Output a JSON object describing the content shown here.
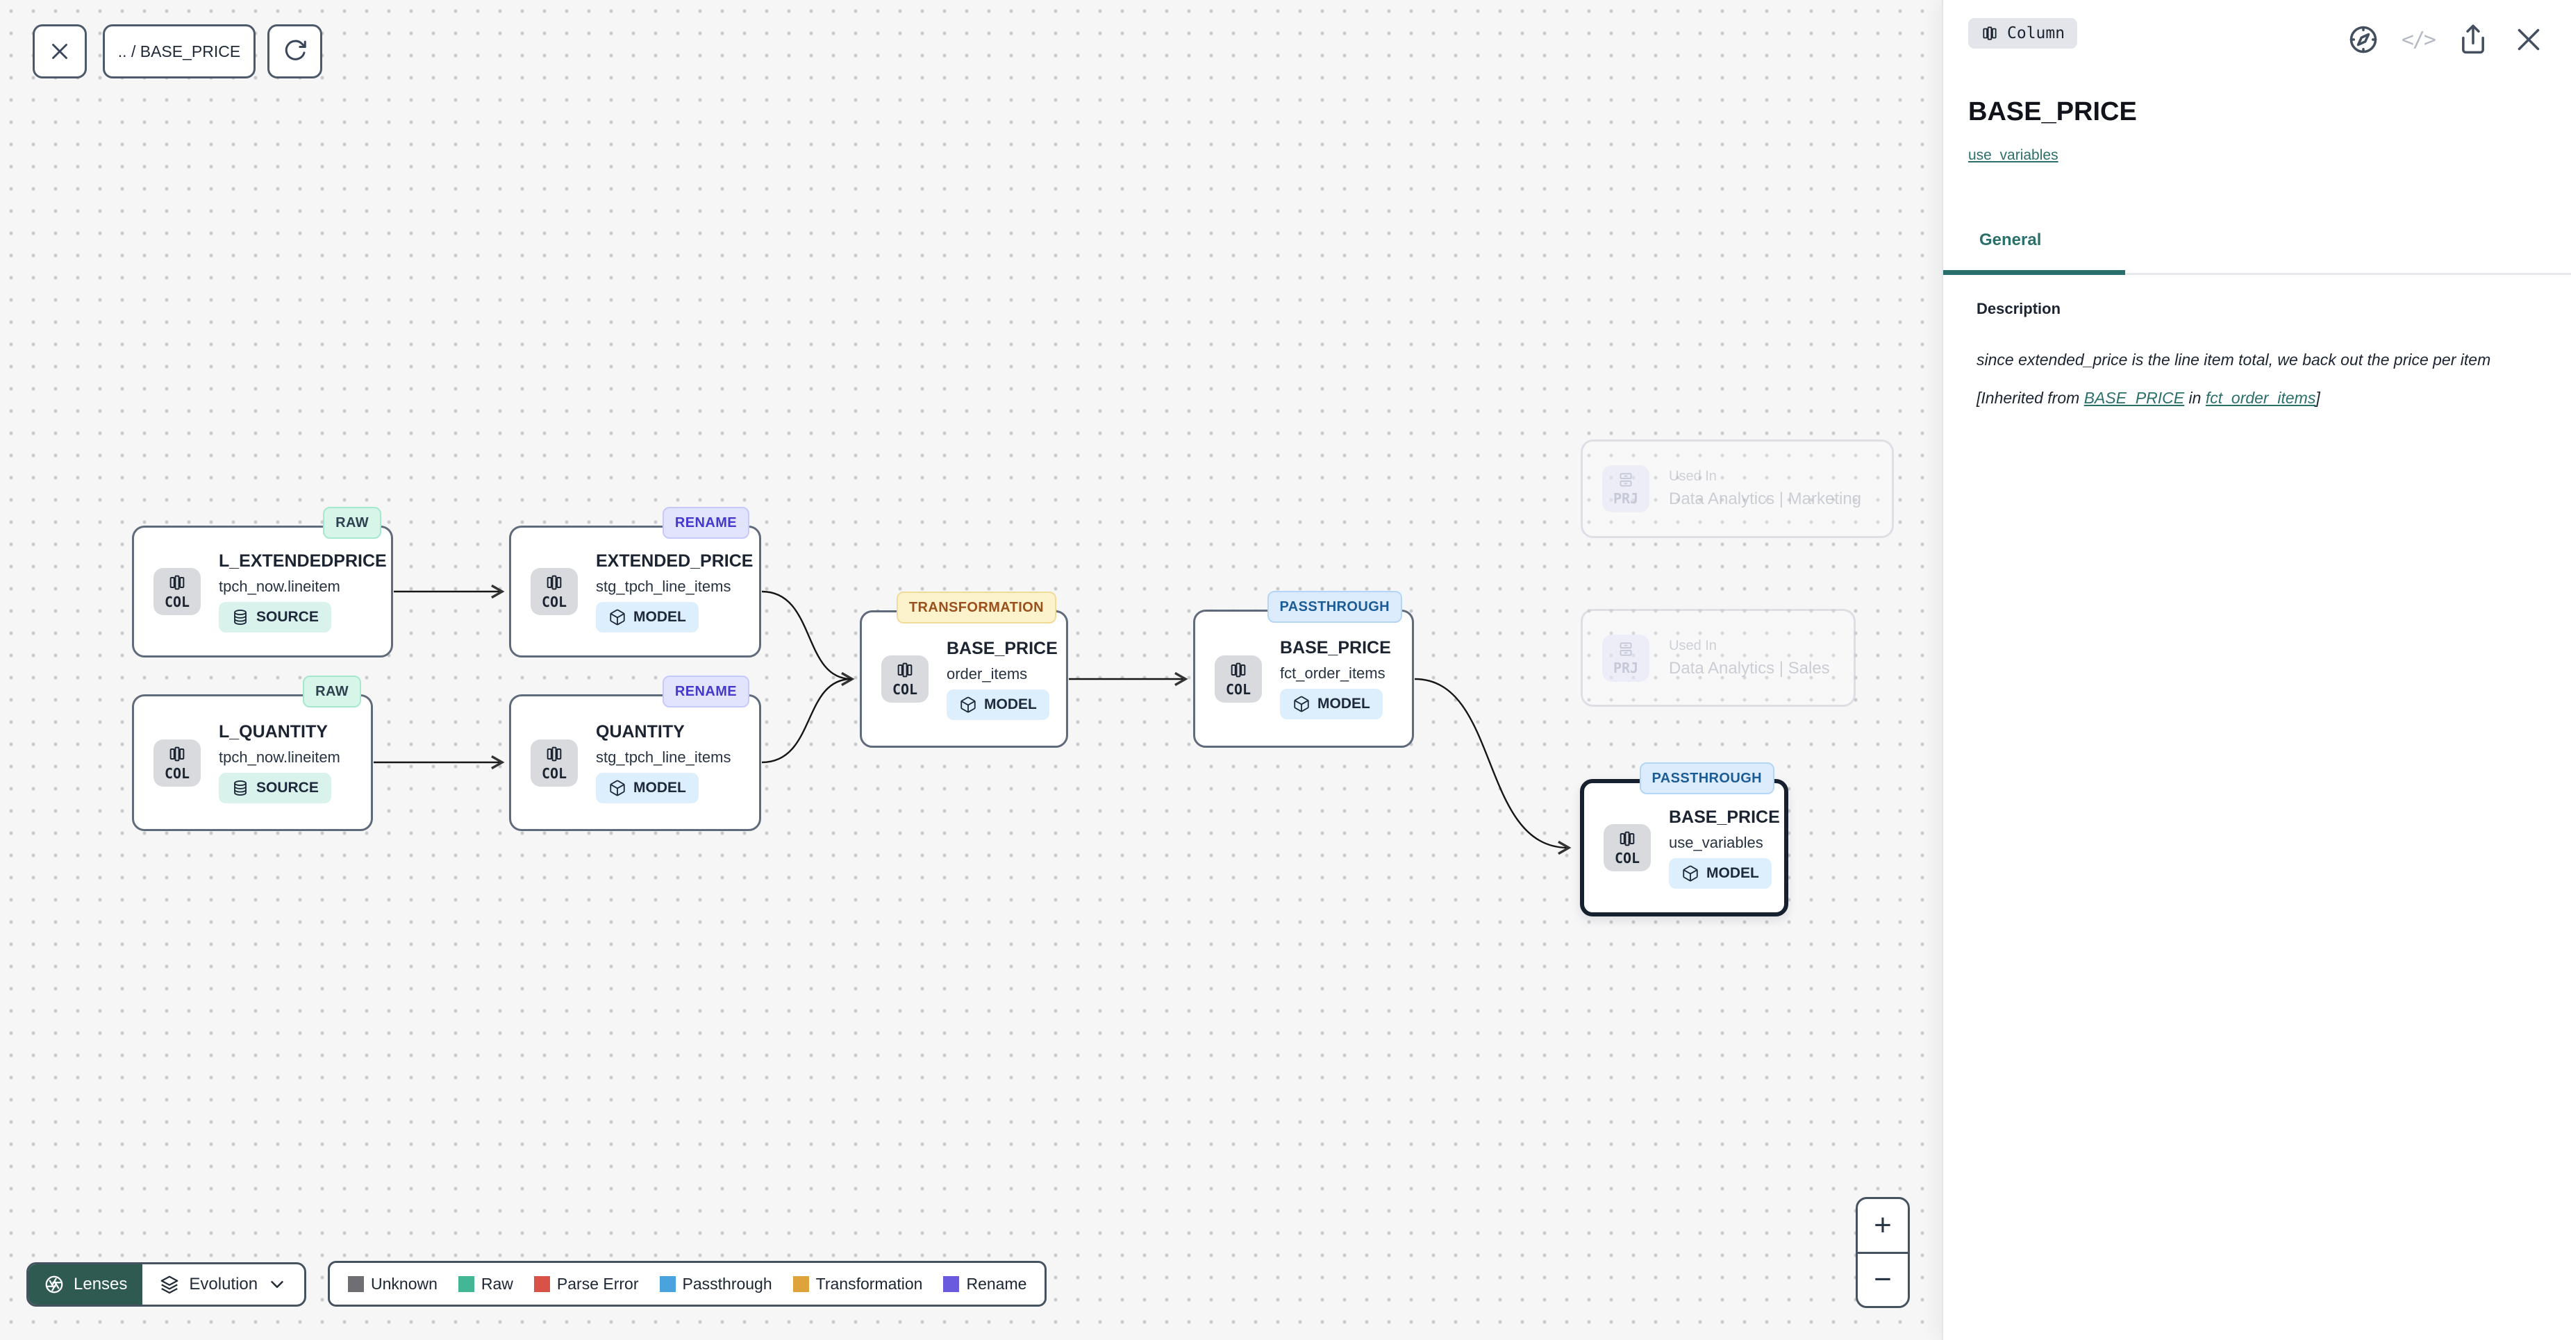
{
  "toolbar": {
    "breadcrumb": ".. / BASE_PRICE"
  },
  "canvas": {
    "nodes": [
      {
        "lens": "RAW",
        "kind": "COL",
        "title": "L_EXTENDEDPRICE",
        "subtitle": "tpch_now.lineitem",
        "resource": "SOURCE"
      },
      {
        "lens": "RAW",
        "kind": "COL",
        "title": "L_QUANTITY",
        "subtitle": "tpch_now.lineitem",
        "resource": "SOURCE"
      },
      {
        "lens": "RENAME",
        "kind": "COL",
        "title": "EXTENDED_PRICE",
        "subtitle": "stg_tpch_line_items",
        "resource": "MODEL"
      },
      {
        "lens": "RENAME",
        "kind": "COL",
        "title": "QUANTITY",
        "subtitle": "stg_tpch_line_items",
        "resource": "MODEL"
      },
      {
        "lens": "TRANSFORMATION",
        "kind": "COL",
        "title": "BASE_PRICE",
        "subtitle": "order_items",
        "resource": "MODEL"
      },
      {
        "lens": "PASSTHROUGH",
        "kind": "COL",
        "title": "BASE_PRICE",
        "subtitle": "fct_order_items",
        "resource": "MODEL"
      },
      {
        "lens": "PASSTHROUGH",
        "kind": "COL",
        "title": "BASE_PRICE",
        "subtitle": "use_variables",
        "resource": "MODEL",
        "selected": true
      }
    ],
    "used_in_cards": [
      {
        "kind": "PRJ",
        "label": "Used In",
        "project": "Data Analytics | Marketing"
      },
      {
        "kind": "PRJ",
        "label": "Used In",
        "project": "Data Analytics | Sales"
      }
    ]
  },
  "controls": {
    "lenses_label": "Lenses",
    "lens_selected": "Evolution",
    "legend": [
      {
        "label": "Unknown",
        "color": "#6e6e73"
      },
      {
        "label": "Raw",
        "color": "#43b793"
      },
      {
        "label": "Parse Error",
        "color": "#d95247"
      },
      {
        "label": "Passthrough",
        "color": "#4ba3de"
      },
      {
        "label": "Transformation",
        "color": "#dfa33c"
      },
      {
        "label": "Rename",
        "color": "#6a5add"
      }
    ],
    "zoom_in": "+",
    "zoom_out": "−"
  },
  "panel": {
    "type_badge": "Column",
    "code_icon_glyph": "</>",
    "title": "BASE_PRICE",
    "model_link": "use_variables",
    "tab_general": "General",
    "description_heading": "Description",
    "description_text": "since extended_price is the line item total, we back out the price per item",
    "inherited": {
      "prefix": "[Inherited from ",
      "column_link": "BASE_PRICE",
      "middle": " in ",
      "model_link": "fct_order_items",
      "suffix": "]"
    }
  },
  "colors": {
    "accent_teal": "#2b6f6a",
    "lenses_button_green": "#2e5a52",
    "edge": "#161616",
    "lens_raw_bg": "#d7f6e9",
    "lens_rename_bg": "#e2e3fc",
    "lens_transformation_bg": "#fcf3cd",
    "lens_passthrough_bg": "#dcecfd"
  }
}
